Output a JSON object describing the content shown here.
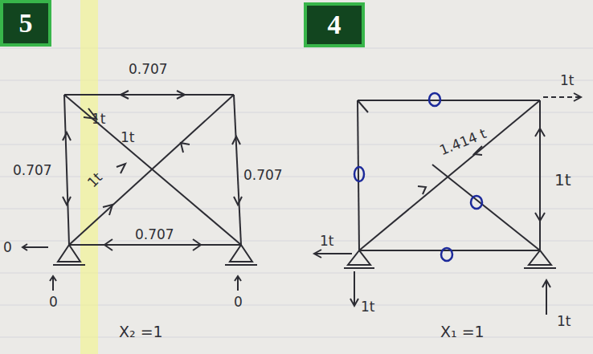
{
  "diagram": {
    "nodes": [
      {
        "text": [
          "5"
        ]
      },
      {
        "text": [
          "4"
        ]
      }
    ],
    "labels": [
      "0.707",
      "1t",
      "1t",
      "1t",
      "0.707",
      "0.707",
      "0.707",
      "0",
      "0",
      "0",
      "X₂ =1",
      "1t",
      "1.414 t",
      "1t",
      "1t",
      "1t",
      "1t",
      "X₁ =1"
    ]
  }
}
